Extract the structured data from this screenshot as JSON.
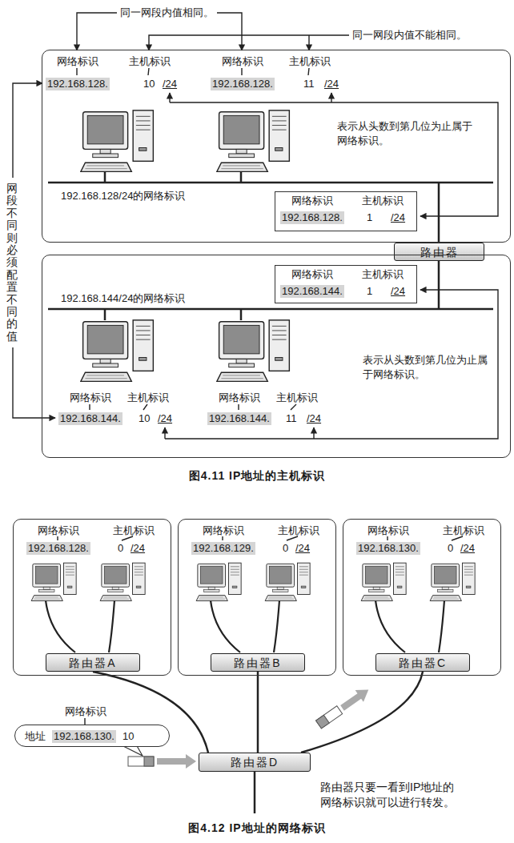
{
  "diagram": {
    "nodes": [
      {
        "text": [
          "网络标识",
          "192.168.128.",
          "主机标识",
          "10",
          "/24",
          "网络标识",
          "192.168.128.",
          "主机标识",
          "11",
          "/24",
          "表示从头数到第几位为止属于网络标识。",
          "192.168.128/24的网络标识"
        ]
      },
      {
        "text": [
          "网络标识",
          "192.168.128.",
          "主机标识",
          "1",
          "/24"
        ],
        "in": 0
      },
      {
        "text": [
          "路由器"
        ]
      },
      {
        "text": [
          "192.168.144/24的网络标识",
          "表示从头数到第几位为止属于网络标识。",
          "网络标识",
          "192.168.144.",
          "主机标识",
          "10",
          "/24",
          "网络标识",
          "192.168.144.",
          "主机标识",
          "11",
          "/24"
        ]
      },
      {
        "text": [
          "网络标识",
          "192.168.144.",
          "主机标识",
          "1",
          "/24"
        ],
        "in": 3
      },
      {
        "text": [
          "网络标识",
          "主机标识",
          "192.168.128.",
          "0",
          "/24"
        ]
      },
      {
        "text": [
          "路由器A"
        ],
        "in": 5
      },
      {
        "text": [
          "网络标识",
          "主机标识",
          "192.168.129.",
          "0",
          "/24"
        ]
      },
      {
        "text": [
          "路由器B"
        ],
        "in": 7
      },
      {
        "text": [
          "网络标识",
          "主机标识",
          "192.168.130.",
          "0",
          "/24"
        ]
      },
      {
        "text": [
          "路由器C"
        ],
        "in": 9
      },
      {
        "text": [
          "网络标识",
          "地址",
          "192.168.130.",
          "10"
        ]
      },
      {
        "text": [
          "路由器D"
        ]
      }
    ],
    "edges": [
      {
        "from": 6,
        "to": 12,
        "arrow": "none"
      },
      {
        "from": 8,
        "to": 12,
        "arrow": "none"
      },
      {
        "from": 10,
        "to": 12,
        "arrow": "none"
      }
    ],
    "labels": [
      "同一网段内值相同。",
      "同一网段内值不能相同。",
      "网段不同则必须配置不同的值",
      "图4.11 IP地址的主机标识",
      "路由器只要一看到IP地址的网络标识就可以进行转发。",
      "图4.12 IP地址的网络标识"
    ]
  }
}
